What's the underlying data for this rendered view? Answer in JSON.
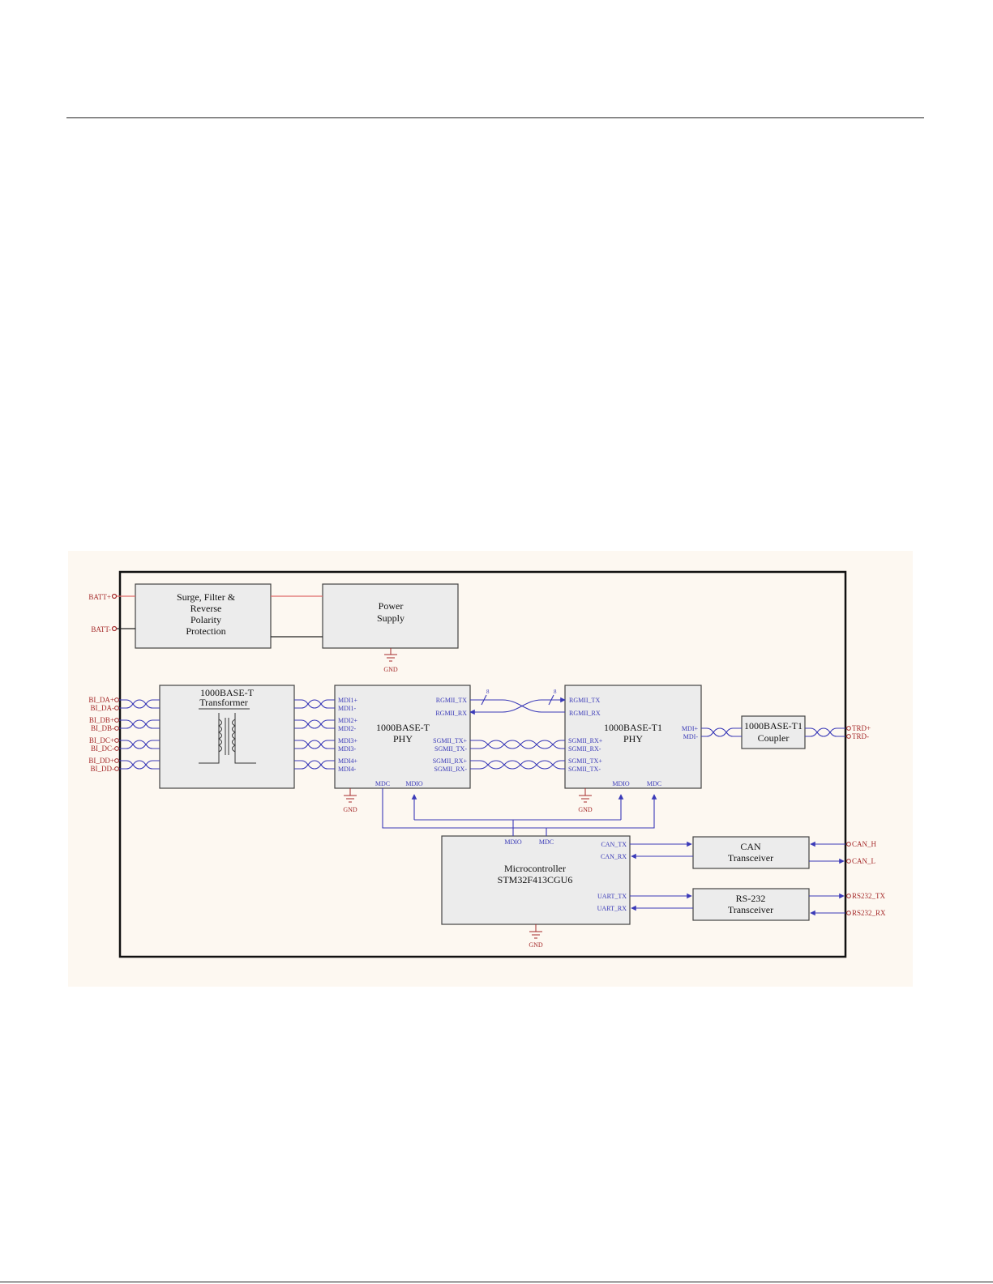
{
  "colors": {
    "background": "#fdf8f1",
    "block_fill": "#ececec",
    "signal": "#3a3ab8",
    "port": "#a52a2a",
    "power_pos": "#e06a6a",
    "frame": "#111111"
  },
  "blocks": {
    "surge": [
      "Surge, Filter &",
      "Reverse",
      "Polarity",
      "Protection"
    ],
    "power": [
      "Power",
      "Supply"
    ],
    "transformer": [
      "1000BASE-T",
      "Transformer"
    ],
    "phy_t": [
      "1000BASE-T",
      "PHY"
    ],
    "phy_t1": [
      "1000BASE-T1",
      "PHY"
    ],
    "coupler": [
      "1000BASE-T1",
      "Coupler"
    ],
    "mcu": [
      "Microcontroller",
      "STM32F413CGU6"
    ],
    "can": [
      "CAN",
      "Transceiver"
    ],
    "rs232": [
      "RS-232",
      "Transceiver"
    ]
  },
  "ports": {
    "batt_pos": "BATT+",
    "batt_neg": "BATT-",
    "bi": [
      "BI_DA+",
      "BI_DA-",
      "BI_DB+",
      "BI_DB-",
      "BI_DC+",
      "BI_DC-",
      "BI_DD+",
      "BI_DD-"
    ],
    "trd": [
      "TRD+",
      "TRD-"
    ],
    "can": [
      "CAN_H",
      "CAN_L"
    ],
    "rs232": [
      "RS232_TX",
      "RS232_RX"
    ]
  },
  "pins": {
    "phy_t_mdi": [
      "MDI1+",
      "MDI1-",
      "MDI2+",
      "MDI2-",
      "MDI3+",
      "MDI3-",
      "MDI4+",
      "MDI4-"
    ],
    "phy_t_right": [
      "RGMII_TX",
      "RGMII_RX",
      "SGMII_TX+",
      "SGMII_TX-",
      "SGMII_RX+",
      "SGMII_RX-"
    ],
    "phy_t_bottom": [
      "MDC",
      "MDIO"
    ],
    "phy_t1_left": [
      "RGMII_TX",
      "RGMII_RX",
      "SGMII_RX+",
      "SGMII_RX-",
      "SGMII_TX+",
      "SGMII_TX-"
    ],
    "phy_t1_bottom": [
      "MDIO",
      "MDC"
    ],
    "phy_t1_mdi": [
      "MDI+",
      "MDI-"
    ],
    "mcu_top": [
      "MDIO",
      "MDC"
    ],
    "mcu_right": [
      "CAN_TX",
      "CAN_RX",
      "UART_TX",
      "UART_RX"
    ],
    "bus_width": "8"
  },
  "gnd_label": "GND"
}
